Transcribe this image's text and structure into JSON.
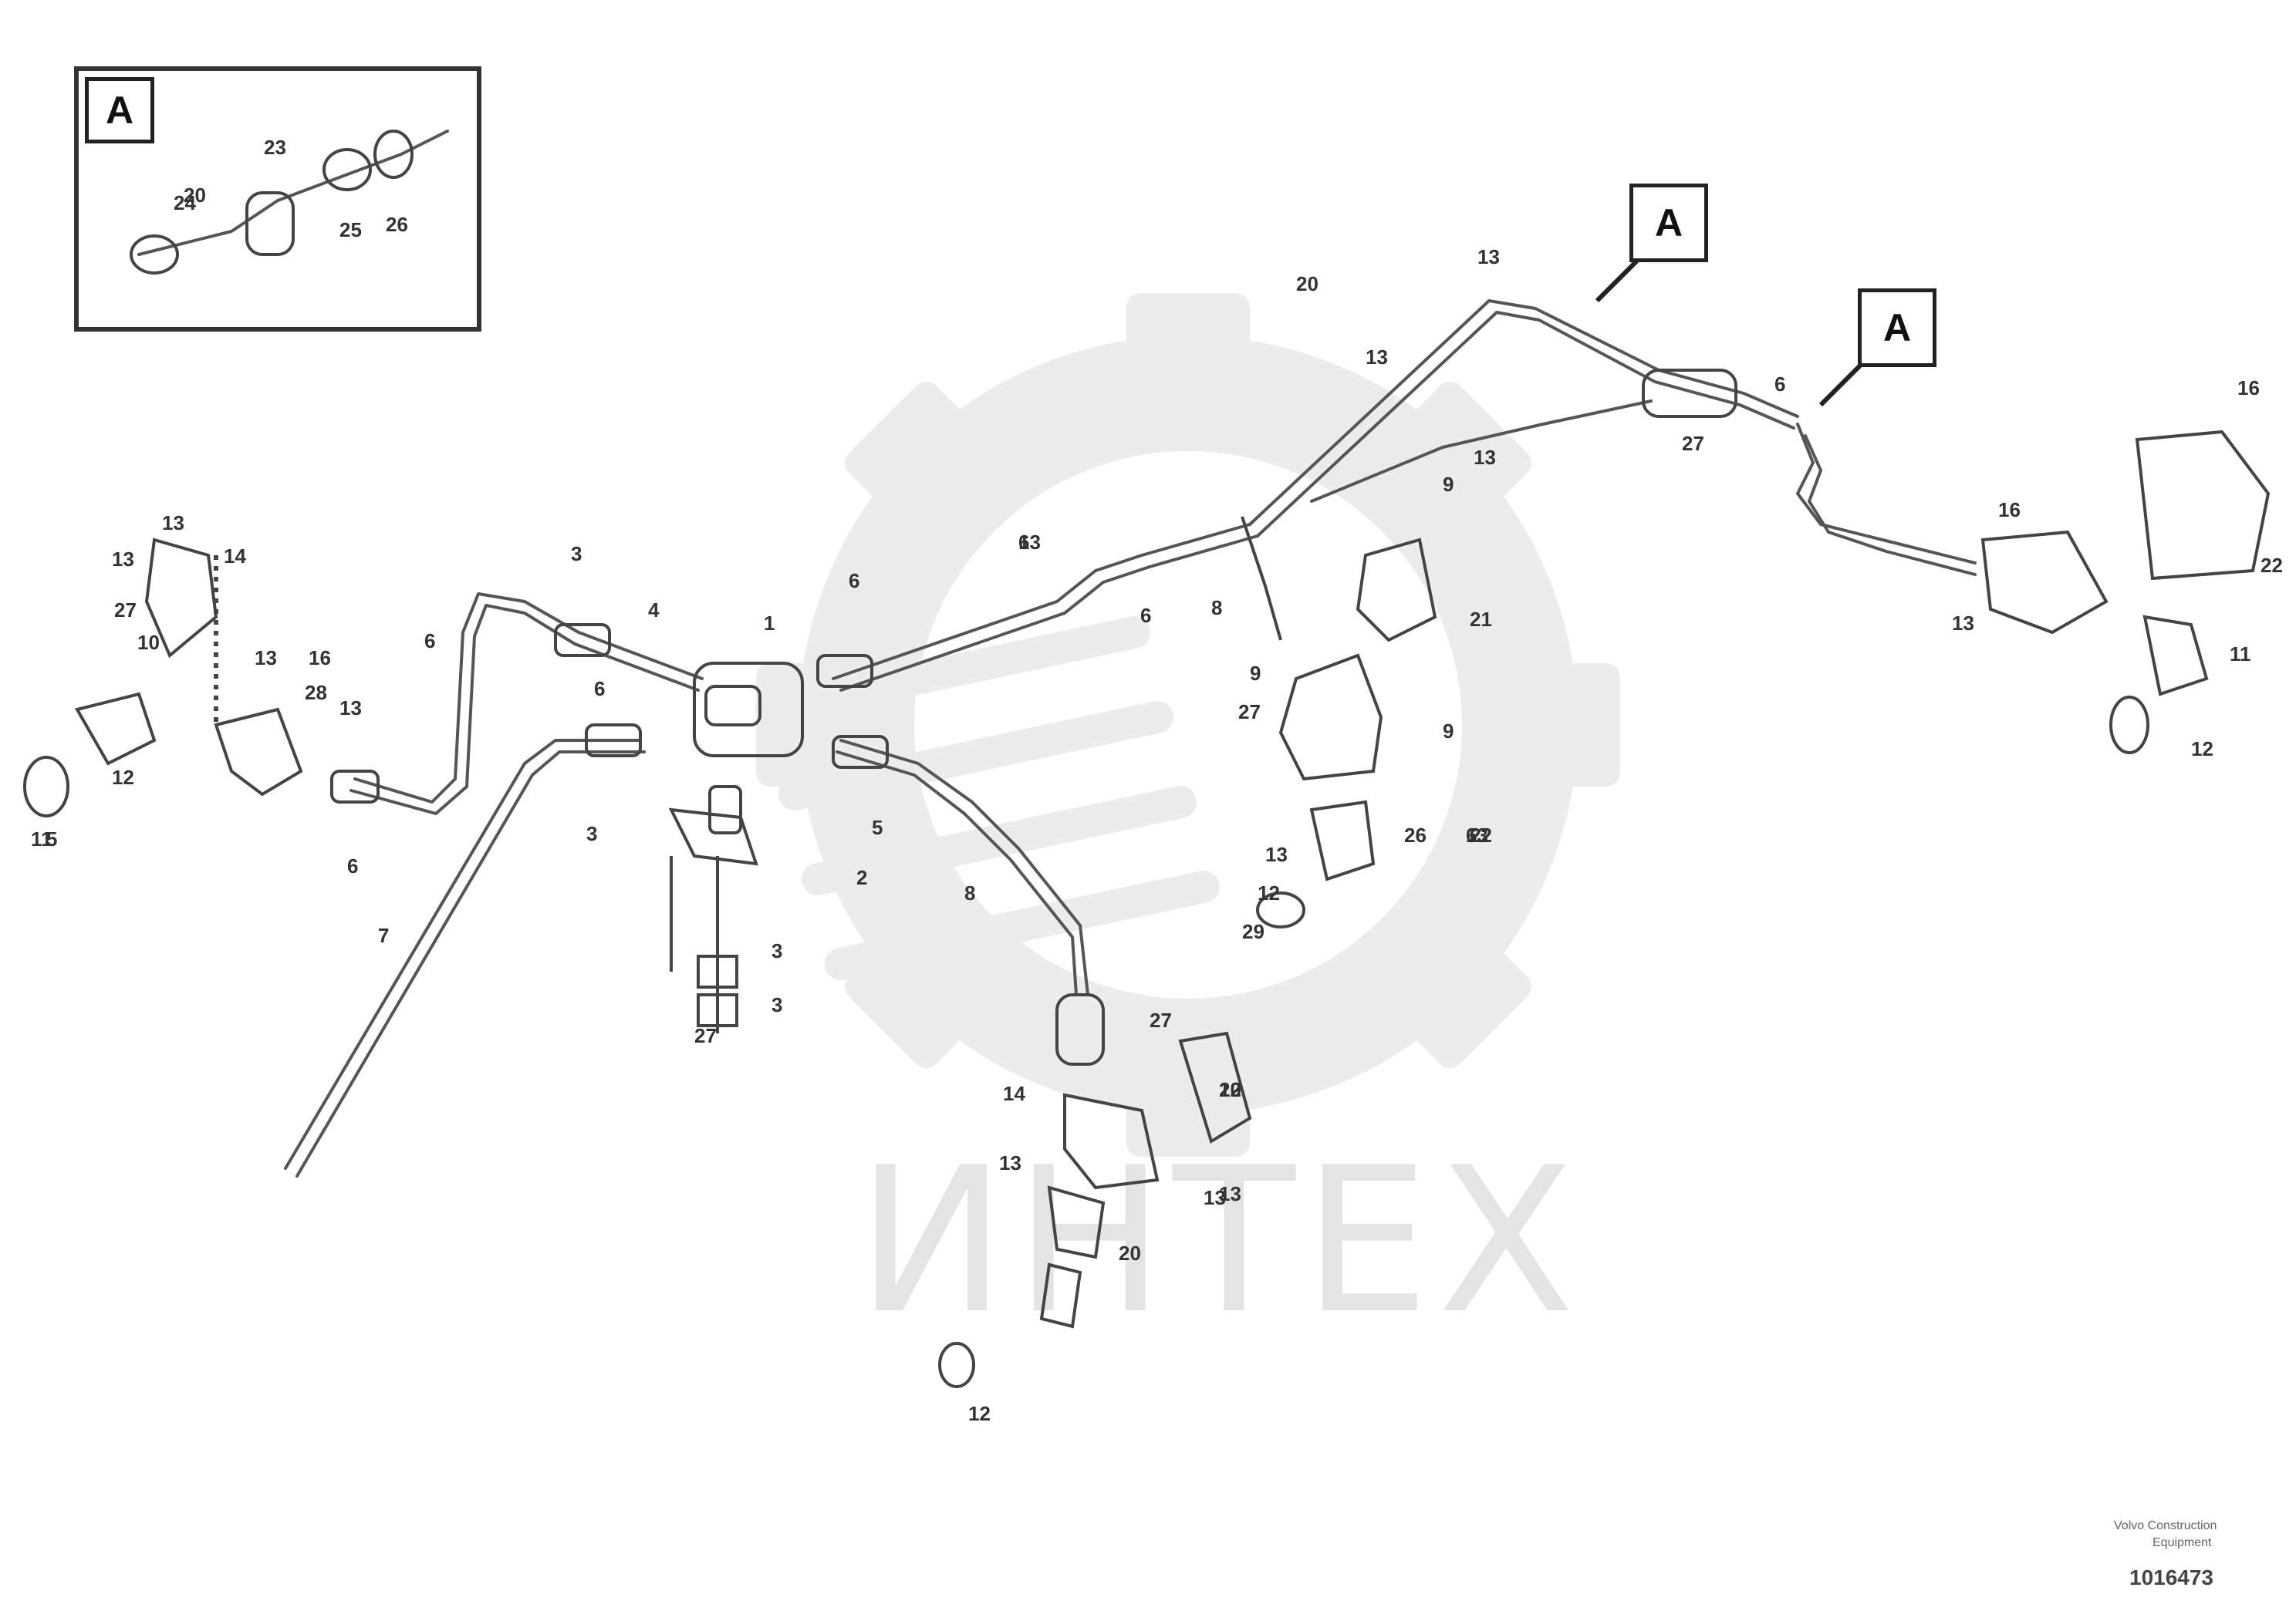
{
  "watermark": {
    "text": "ИНТЕХ"
  },
  "inset": {
    "view_label": "A"
  },
  "view_markers": [
    "A",
    "A"
  ],
  "callouts": [
    "20",
    "23",
    "24",
    "25",
    "26",
    "13",
    "13",
    "14",
    "27",
    "10",
    "16",
    "13",
    "13",
    "28",
    "11",
    "12",
    "5",
    "6",
    "6",
    "3",
    "1",
    "4",
    "6",
    "3",
    "7",
    "8",
    "2",
    "5",
    "3",
    "3",
    "27",
    "6",
    "13",
    "6",
    "6",
    "20",
    "13",
    "8",
    "9",
    "27",
    "9",
    "22",
    "21",
    "9",
    "13",
    "26",
    "12",
    "6",
    "29",
    "13",
    "27",
    "14",
    "13",
    "10",
    "13",
    "22",
    "13",
    "20",
    "12",
    "13",
    "13",
    "6",
    "27",
    "16",
    "13",
    "16",
    "22",
    "11",
    "12"
  ],
  "stamp": {
    "line1": "Volvo Construction",
    "line2": "Equipment",
    "code": "1016473"
  }
}
